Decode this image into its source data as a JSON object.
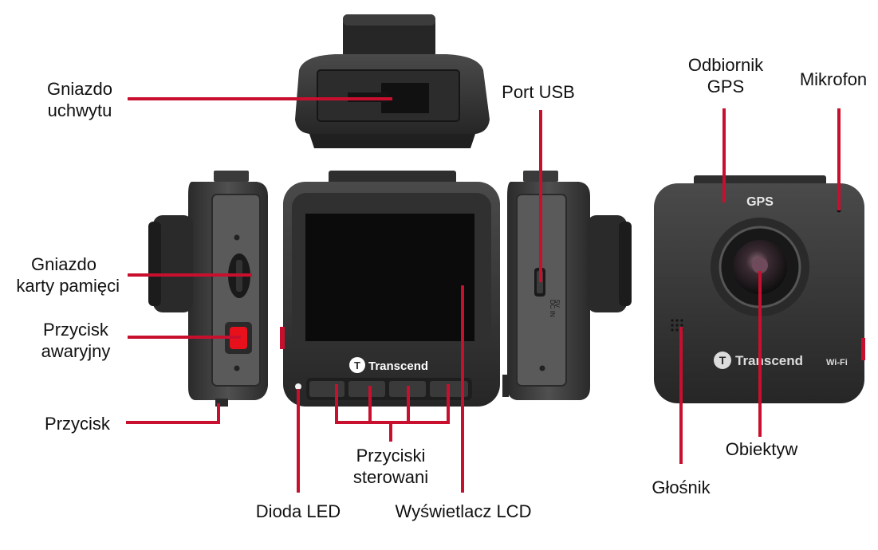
{
  "colors": {
    "leader": "#c8102e",
    "body": "#3a3a3a",
    "body_dark": "#1e1e1e",
    "screen": "#0b0b0b",
    "button_red": "#e8101a",
    "text": "#111111"
  },
  "device": {
    "brand": "Transcend",
    "gps_mark": "GPS",
    "wifi_mark": "Wi-Fi",
    "side_mark_dc": "DC IN",
    "side_mark_volt": "5V"
  },
  "labels": {
    "mount_socket": {
      "line1": "Gniazdo",
      "line2": "uchwytu"
    },
    "usb_port": {
      "line1": "Port USB"
    },
    "gps_receiver": {
      "line1": "Odbiornik",
      "line2": "GPS"
    },
    "microphone": {
      "line1": "Mikrofon"
    },
    "card_slot": {
      "line1": "Gniazdo",
      "line2": "karty pamięci"
    },
    "emergency_button": {
      "line1": "Przycisk",
      "line2": "awaryjny"
    },
    "button": {
      "line1": "Przycisk"
    },
    "control_buttons": {
      "line1": "Przyciski",
      "line2": "sterowani"
    },
    "led": {
      "line1": "Dioda LED"
    },
    "lcd": {
      "line1": "Wyświetlacz LCD"
    },
    "lens": {
      "line1": "Obiektyw"
    },
    "speaker": {
      "line1": "Głośnik"
    }
  }
}
